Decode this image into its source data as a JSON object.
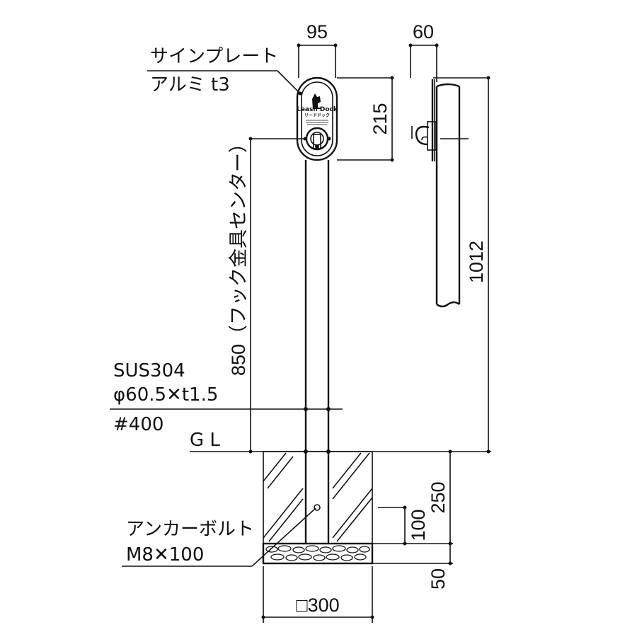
{
  "labels": {
    "sign_plate": "サインプレート",
    "sign_plate_material": "アルミ t3",
    "pipe_material": "SUS304",
    "pipe_size": "φ60.5✕t1.5",
    "finish": "#400",
    "ground_level": "G L",
    "anchor_bolt": "アンカーボルト",
    "anchor_bolt_size": "M8✕100"
  },
  "dimensions": {
    "plate_width": "95",
    "side_depth": "60",
    "plate_height": "215",
    "hook_height": "850（フック金具センター）",
    "total_height": "1012",
    "embed_depth": "250",
    "bolt_height": "100",
    "gravel_depth": "50",
    "foundation_width": "□300"
  },
  "plate": {
    "brand_text": "Leash Dock",
    "sub_text": "リードドック"
  }
}
